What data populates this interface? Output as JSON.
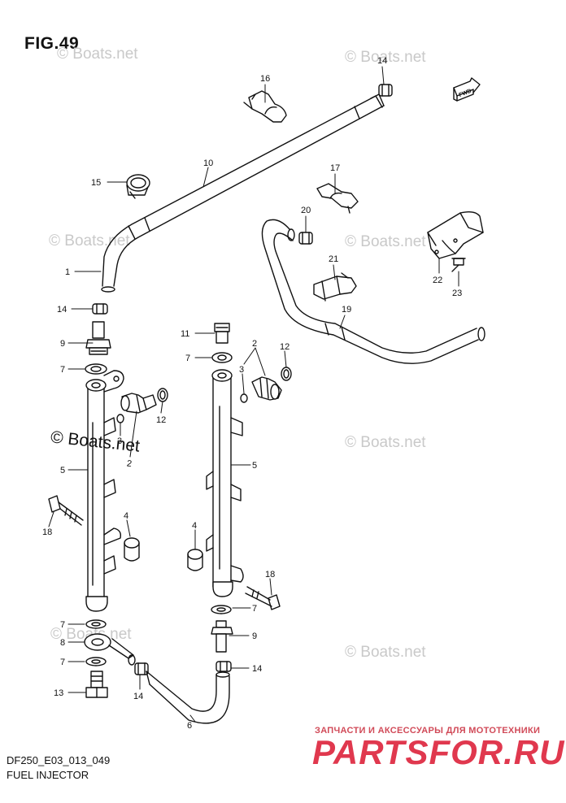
{
  "figure": {
    "title": "FIG.49",
    "code": "DF250_E03_013_049",
    "caption": "FUEL INJECTOR"
  },
  "watermark": "© Boats.net",
  "fwd_label": "FWD",
  "shop": {
    "tagline": "ЗАПЧАСТИ И АКСЕССУАРЫ ДЛЯ МОТОТЕХНИКИ",
    "logo": "PARTSFOR.RU"
  },
  "callouts": [
    "1",
    "2",
    "3",
    "4",
    "5",
    "6",
    "7",
    "8",
    "9",
    "10",
    "11",
    "12",
    "13",
    "14",
    "15",
    "16",
    "17",
    "18",
    "19",
    "20",
    "21",
    "22",
    "23"
  ]
}
